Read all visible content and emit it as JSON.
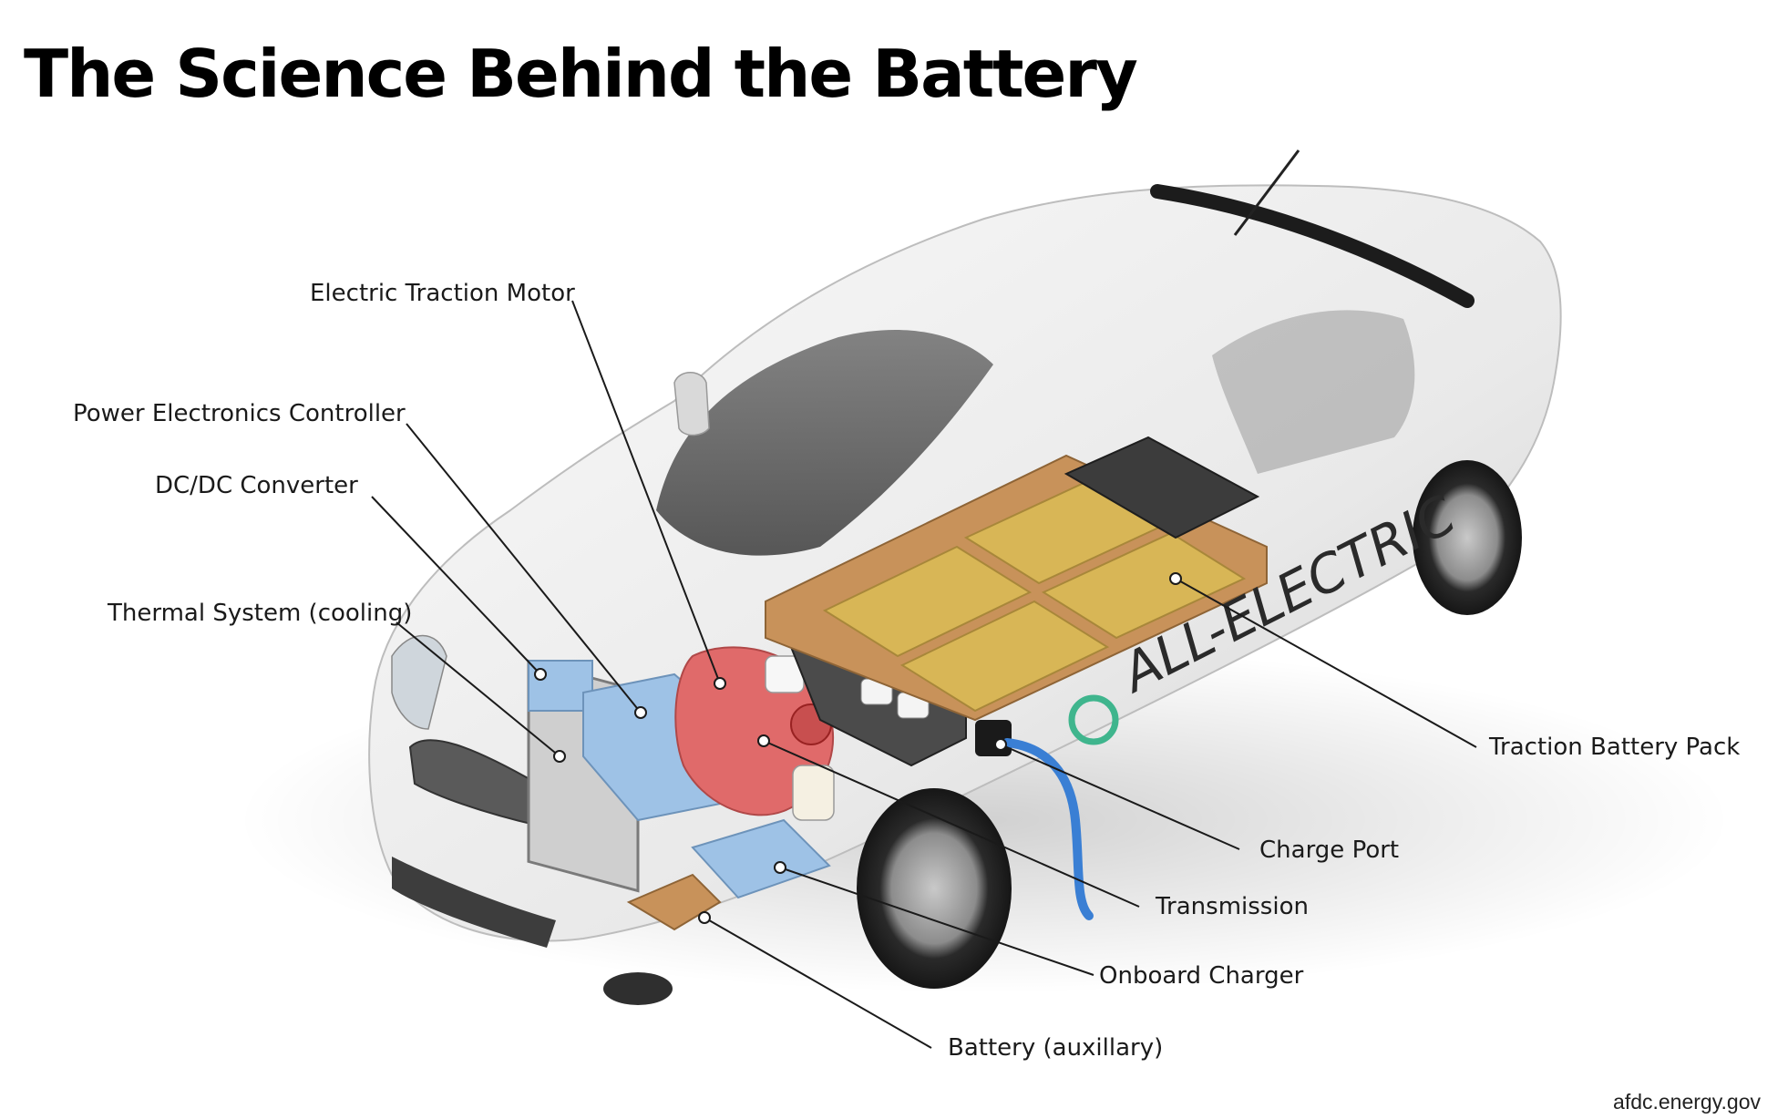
{
  "title": "The Science Behind the Battery",
  "credit": "afdc.energy.gov",
  "car_side_text": "ALL-ELECTRIC",
  "labels": {
    "electric_traction_motor": "Electric Traction Motor",
    "power_electronics_controller": "Power Electronics Controller",
    "dc_dc_converter": "DC/DC Converter",
    "thermal_system": "Thermal System (cooling)",
    "traction_battery_pack": "Traction Battery Pack",
    "charge_port": "Charge Port",
    "transmission": "Transmission",
    "onboard_charger": "Onboard Charger",
    "battery_auxiliary": "Battery (auxillary)"
  },
  "colors": {
    "battery_cells": "#d8b656",
    "battery_housing": "#c8925a",
    "motor": "#e06a6a",
    "controller": "#9ec2e6",
    "car_body": "#eeeeee",
    "charge_cable": "#3a7fd4"
  }
}
